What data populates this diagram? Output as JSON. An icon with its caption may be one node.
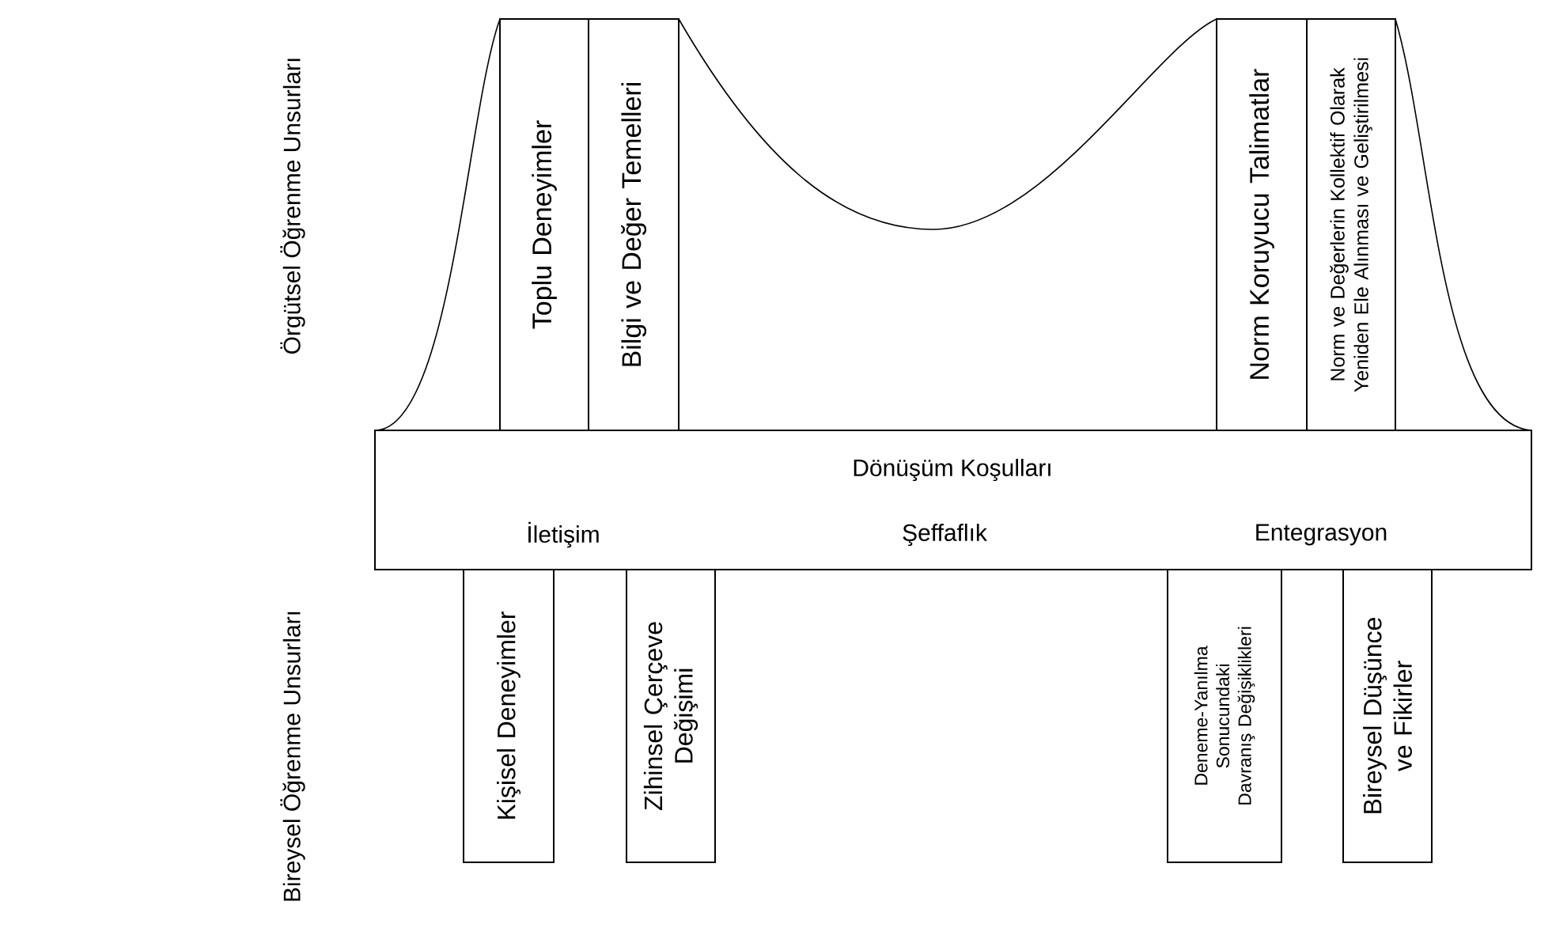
{
  "diagram": {
    "nodes": [
      {
        "text": [
          "Toplu Deneyimler"
        ]
      },
      {
        "text": [
          "Bilgi ve Değer Temelleri"
        ]
      },
      {
        "text": [
          "Norm Koruyucu Talimatlar"
        ]
      },
      {
        "text": [
          "Norm ve Değerlerin Kollektif Olarak Yeniden Ele Alınması ve Geliştirilmesi"
        ]
      },
      {
        "text": [
          "Dönüşüm Koşulları",
          "İletişim",
          "Şeffaflık",
          "Entegrasyon"
        ]
      },
      {
        "text": [
          "Kişisel Deneyimler"
        ]
      },
      {
        "text": [
          "Zihinsel Çerçeve Değişimi"
        ]
      },
      {
        "text": [
          "Deneme-Yanılma Sonucundaki Davranış Değişiklikleri"
        ]
      },
      {
        "text": [
          "Bireysel Düşünce ve Fikirler"
        ]
      }
    ],
    "labels": [
      "Örgütsel Öğrenme Unsurları",
      "Bireysel Öğrenme Unsurları"
    ]
  }
}
